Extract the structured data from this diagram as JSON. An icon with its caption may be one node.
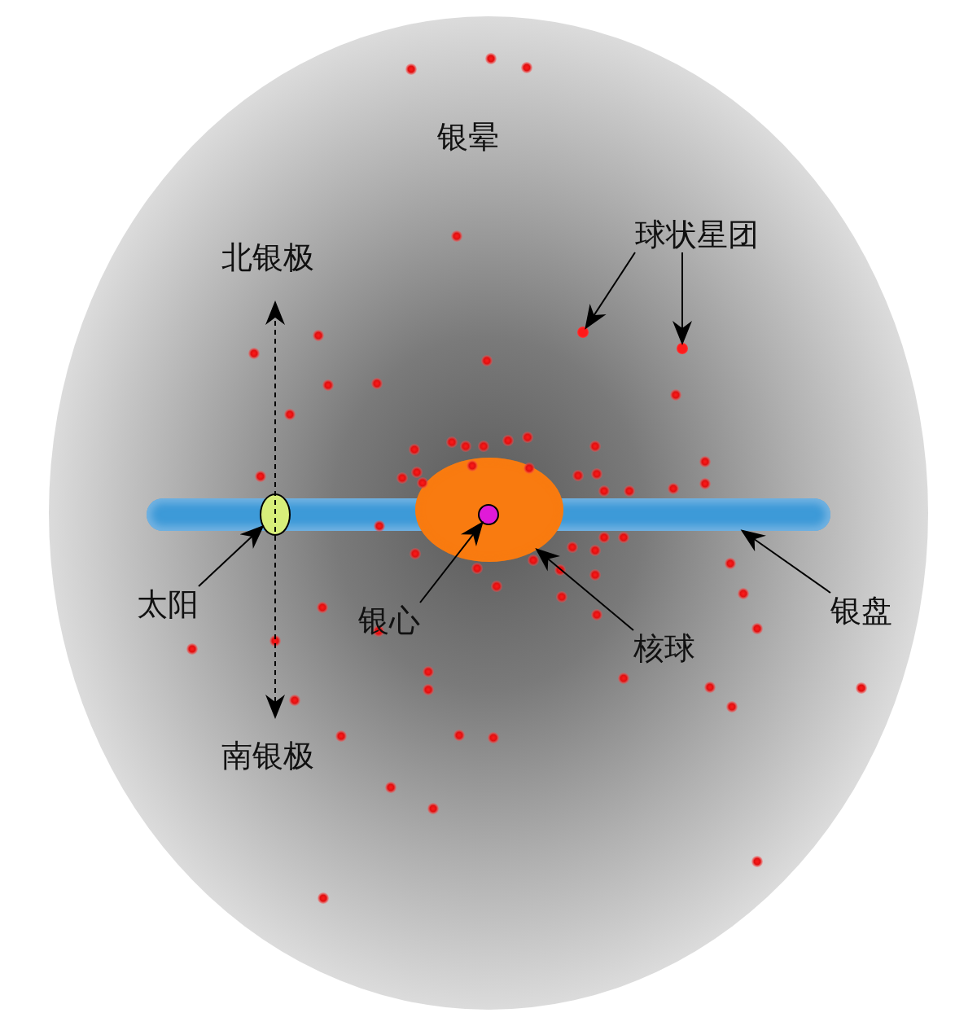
{
  "diagram": {
    "nodes": [
      {
        "text": [
          "球状星团"
        ]
      },
      {
        "text": [],
        "shape": "circle"
      },
      {
        "text": [],
        "shape": "circle"
      },
      {
        "text": [],
        "shape": "bar"
      },
      {
        "text": [],
        "shape": "circle"
      },
      {
        "text": [],
        "shape": "ellipse"
      },
      {
        "text": [],
        "shape": "circle"
      },
      {
        "text": [
          "太阳"
        ]
      },
      {
        "text": [
          "银心"
        ]
      },
      {
        "text": [
          "核球"
        ]
      },
      {
        "text": [
          "银盘"
        ]
      }
    ],
    "edges": [
      {
        "from": 0,
        "to": 1,
        "arrow": "to"
      },
      {
        "from": 0,
        "to": 2,
        "arrow": "to"
      },
      {
        "from": 7,
        "to": 4,
        "arrow": "to"
      },
      {
        "from": 8,
        "to": 6,
        "arrow": "to"
      },
      {
        "from": 9,
        "to": 5,
        "arrow": "to"
      },
      {
        "from": 10,
        "to": 3,
        "arrow": "to"
      }
    ],
    "labels": [
      "银晕",
      "北银极",
      "南银极"
    ]
  }
}
